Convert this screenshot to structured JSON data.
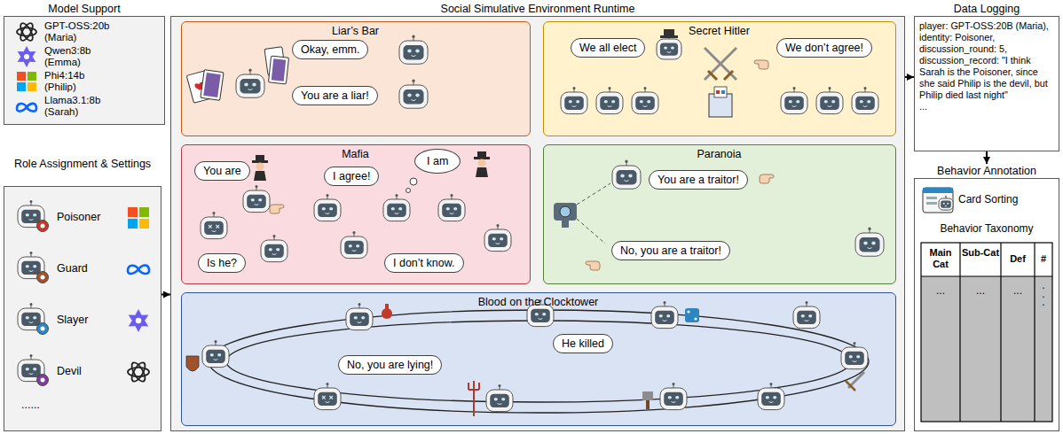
{
  "diagram": {
    "nodes": [
      {
        "text": [
          "Model Support",
          "GPT-OSS:20b (Maria)",
          "Qwen3:8b (Emma)",
          "Phi4:14b (Philip)",
          "Llama3.1:8b (Sarah)"
        ]
      },
      {
        "text": [
          "Role Assignment & Settings",
          "Poisoner",
          "Guard",
          "Slayer",
          "Devil",
          "......"
        ]
      },
      {
        "text": [
          "Social Simulative Environment Runtime"
        ]
      },
      {
        "text": [
          "Liar’s Bar"
        ],
        "in": 2
      },
      {
        "text": [
          "Okay, emm."
        ],
        "in": 3
      },
      {
        "text": [
          "You are a liar!"
        ],
        "in": 3
      },
      {
        "text": [
          "Secret Hitler"
        ],
        "in": 2
      },
      {
        "text": [
          "We all elect"
        ],
        "in": 6
      },
      {
        "text": [
          "We don’t agree!"
        ],
        "in": 6
      },
      {
        "text": [
          "Mafia"
        ],
        "in": 2
      },
      {
        "text": [
          "You are"
        ],
        "in": 9
      },
      {
        "text": [
          "I agree!"
        ],
        "in": 9
      },
      {
        "text": [
          "I am"
        ],
        "in": 9
      },
      {
        "text": [
          "Is he?"
        ],
        "in": 9
      },
      {
        "text": [
          "I don’t know."
        ],
        "in": 9
      },
      {
        "text": [
          "Paranoia"
        ],
        "in": 2
      },
      {
        "text": [
          "You are a traitor!"
        ],
        "in": 15
      },
      {
        "text": [
          "No, you are a traitor!"
        ],
        "in": 15
      },
      {
        "text": [
          "Blood on the Clocktower"
        ],
        "in": 2
      },
      {
        "text": [
          "No, you are lying!"
        ],
        "in": 18
      },
      {
        "text": [
          "He killed"
        ],
        "in": 18
      },
      {
        "text": [
          "Data Logging",
          "player: GPT-OSS:20B (Maria),",
          "identity: Poisoner,",
          "discussion_round: 5,",
          "discussion_record: \"I think Sarah is the Poisoner, since she said Philip is the devil, but Philip died last night\"",
          "..."
        ]
      },
      {
        "text": [
          "Behavior Annotation"
        ]
      }
    ],
    "edges": [
      {
        "from": 1,
        "to": 2,
        "arrow": "to"
      },
      {
        "from": 2,
        "to": 21,
        "arrow": "to"
      },
      {
        "from": 21,
        "to": 22,
        "arrow": "to"
      }
    ],
    "labels": [
      "Card Sorting",
      "Behavior Taxonomy",
      "Main Cat",
      "Sub-Cat",
      "Def",
      "#",
      "...",
      "...",
      "...",
      ". . ."
    ]
  }
}
